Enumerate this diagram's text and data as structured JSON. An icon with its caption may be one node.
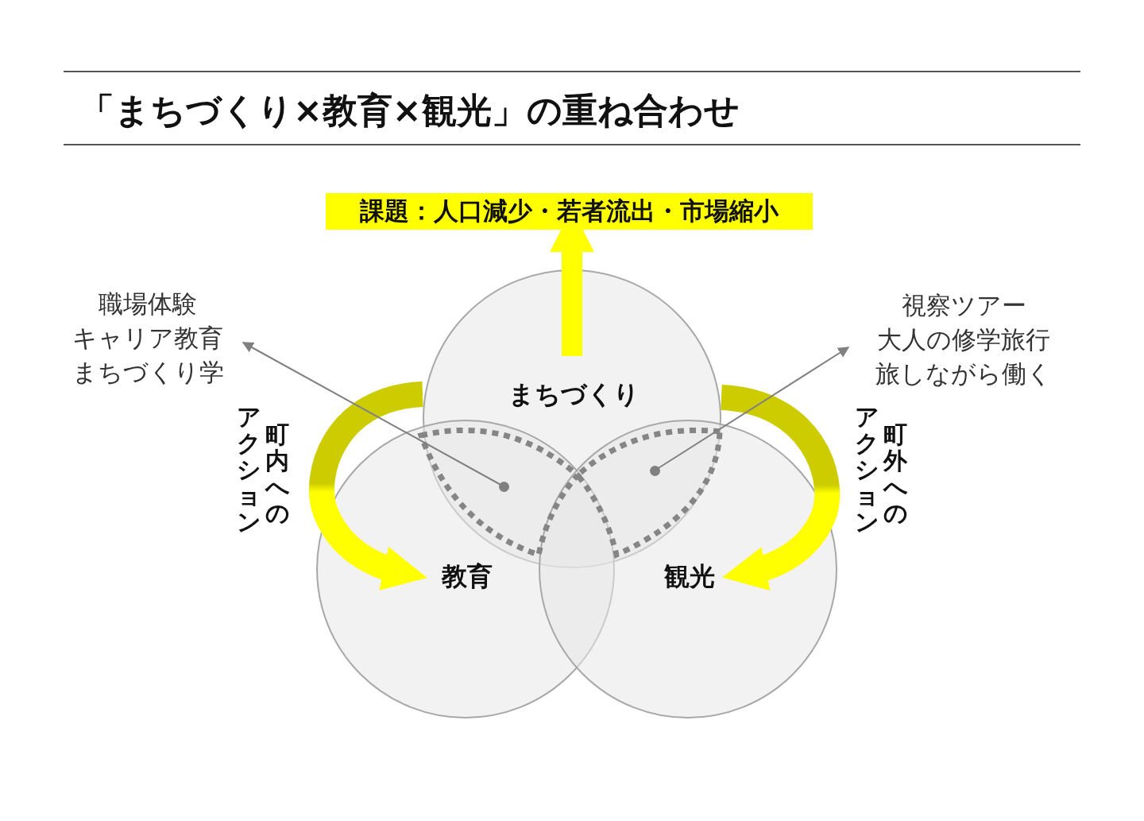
{
  "diagram": {
    "title": "「まちづくり×教育×観光」の重ね合わせ",
    "nodes": [
      {
        "text": [
          "課題：人口減少・若者流出・市場縮小"
        ]
      },
      {
        "text": [
          "まちづくり"
        ]
      },
      {
        "text": [
          "教育"
        ]
      },
      {
        "text": [
          "観光"
        ]
      },
      {
        "text": [
          "職場体験",
          "キャリア教育",
          "まちづくり学"
        ]
      },
      {
        "text": [
          "視察ツアー",
          "大人の修学旅行",
          "旅しながら働く"
        ]
      },
      {
        "text": [],
        "shape": "circle"
      },
      {
        "text": [],
        "shape": "circle"
      }
    ],
    "edges": [
      {
        "from": 1,
        "to": 0,
        "arrow": "to",
        "style": "thick",
        "color": "#ffff00"
      },
      {
        "from": 1,
        "to": 2,
        "arrow": "to",
        "style": "thick",
        "color": "#ffff00",
        "label": "町内へのアクション"
      },
      {
        "from": 1,
        "to": 3,
        "arrow": "to",
        "style": "thick",
        "color": "#ffff00",
        "label": "町外へのアクション"
      },
      {
        "from": 6,
        "to": 4,
        "arrow": "to"
      },
      {
        "from": 7,
        "to": 5,
        "arrow": "to"
      }
    ]
  }
}
